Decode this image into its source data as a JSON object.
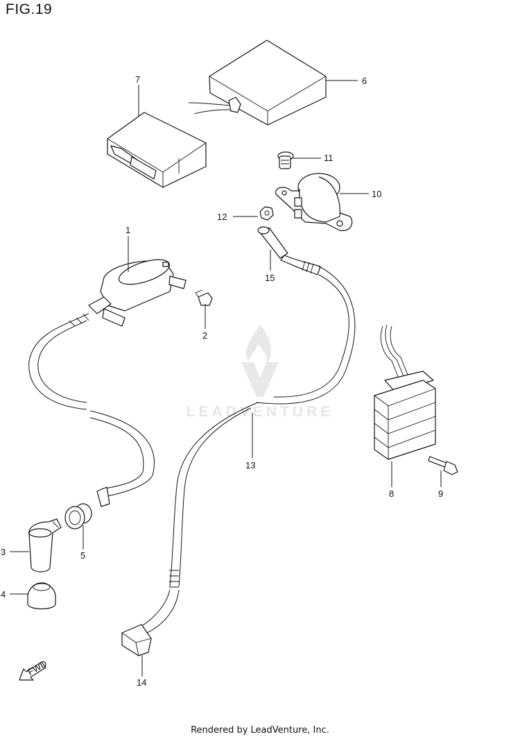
{
  "figure_title": "FIG.19",
  "watermark_text": "LEADVENTURE",
  "footer_text": "Rendered by LeadVenture, Inc.",
  "fwd_arrow_label": "FWD",
  "callouts": [
    {
      "num": "1"
    },
    {
      "num": "2"
    },
    {
      "num": "3"
    },
    {
      "num": "4"
    },
    {
      "num": "5"
    },
    {
      "num": "6"
    },
    {
      "num": "7"
    },
    {
      "num": "8"
    },
    {
      "num": "9"
    },
    {
      "num": "10"
    },
    {
      "num": "11"
    },
    {
      "num": "12"
    },
    {
      "num": "13"
    },
    {
      "num": "14"
    },
    {
      "num": "15"
    }
  ]
}
